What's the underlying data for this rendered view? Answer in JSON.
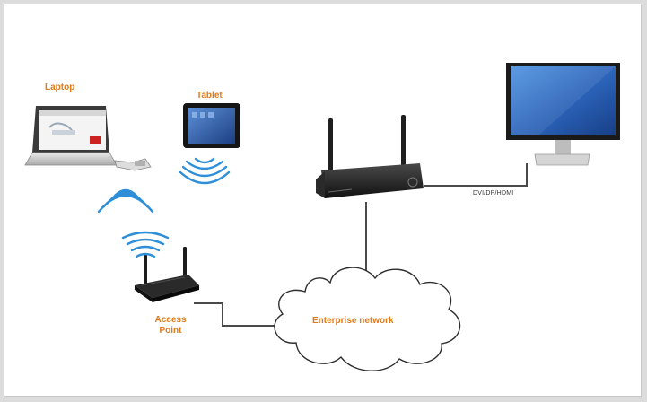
{
  "labels": {
    "laptop": "Laptop",
    "tablet": "Tablet",
    "access_point_line1": "Access",
    "access_point_line2": "Point",
    "network": "Enterprise network",
    "video_link": "DVI/DP/HDMI"
  },
  "colors": {
    "label_orange": "#e07b1a",
    "wifi_blue": "#2e8fd8",
    "cable": "#4a4a4a",
    "screen_blue": "#2f6fc4"
  },
  "icons": [
    "laptop-icon",
    "tablet-icon",
    "access-point-icon",
    "presentation-router-icon",
    "monitor-icon",
    "cloud-icon",
    "wifi-waves-icon"
  ]
}
